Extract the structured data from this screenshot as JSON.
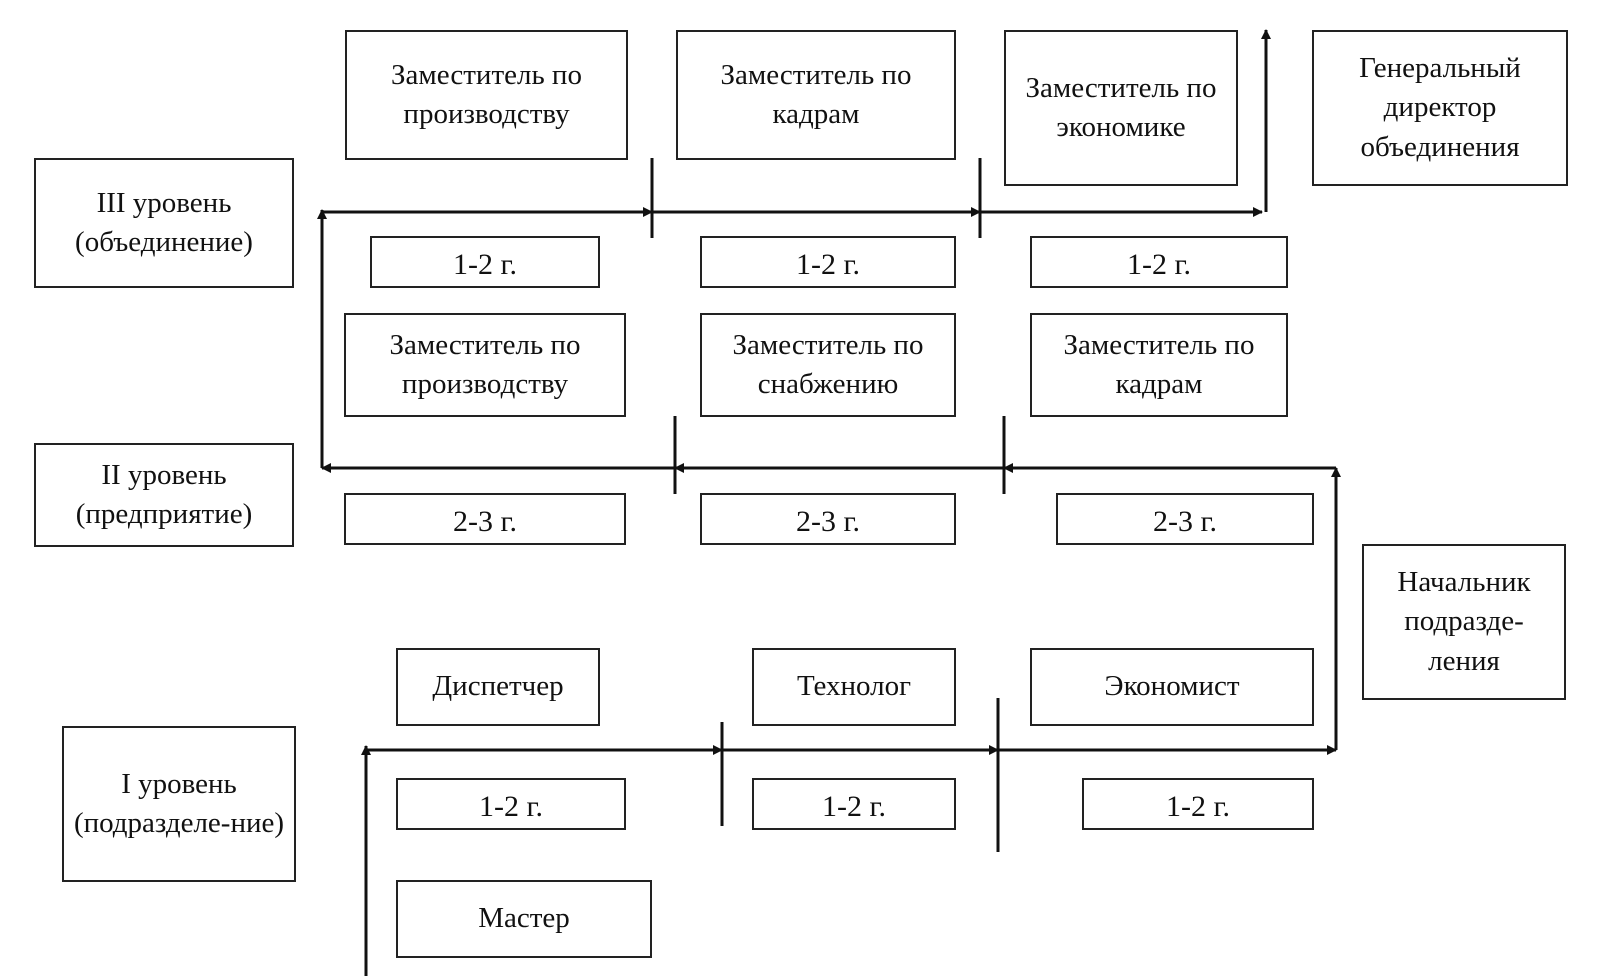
{
  "levels": {
    "level3": "III уровень (объединение)",
    "level2": "II уровень (предприятие)",
    "level1": "I уровень (подразделе-ние)"
  },
  "level3": {
    "boxes": [
      "Заместитель по производству",
      "Заместитель по кадрам",
      "Заместитель по экономике"
    ],
    "durations": [
      "1-2 г.",
      "1-2 г.",
      "1-2 г."
    ],
    "target": "Генеральный директор объединения"
  },
  "level2": {
    "boxes": [
      "Заместитель по производству",
      "Заместитель по снабжению",
      "Заместитель по кадрам"
    ],
    "durations": [
      "2-3 г.",
      "2-3 г.",
      "2-3 г."
    ]
  },
  "level1": {
    "boxes": [
      "Диспетчер",
      "Технолог",
      "Экономист"
    ],
    "durations": [
      "1-2 г.",
      "1-2 г.",
      "1-2 г."
    ],
    "target": "Начальник подразде-ления",
    "start": "Мастер"
  }
}
